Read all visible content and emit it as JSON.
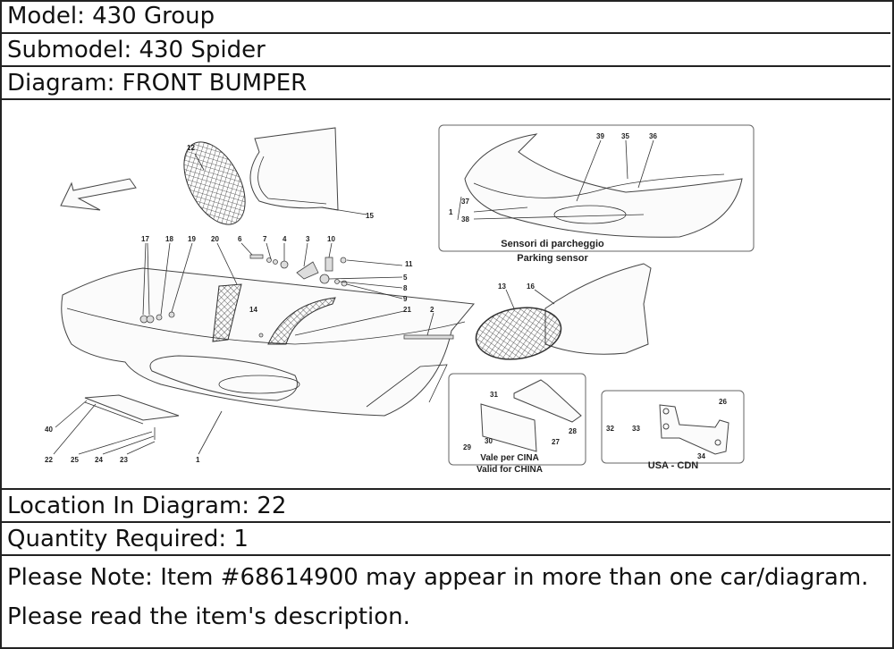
{
  "header": {
    "model": "Model: 430 Group",
    "submodel": "Submodel: 430 Spider",
    "diagram": "Diagram: FRONT BUMPER"
  },
  "diagram": {
    "callouts": [
      "12",
      "15",
      "17",
      "18",
      "19",
      "20",
      "6",
      "7",
      "4",
      "3",
      "10",
      "11",
      "5",
      "8",
      "9",
      "14",
      "21",
      "2",
      "40",
      "22",
      "25",
      "24",
      "23",
      "1",
      "39",
      "35",
      "36",
      "37",
      "1",
      "38",
      "13",
      "16",
      "31",
      "28",
      "27",
      "30",
      "29",
      "32",
      "33",
      "26",
      "34"
    ],
    "parking_caption_it": "Sensori di parcheggio",
    "parking_caption_en": "Parking sensor",
    "china_caption_it": "Vale per CINA",
    "china_caption_en": "Valid for CHINA",
    "usa_caption": "USA - CDN"
  },
  "footer": {
    "location": "Location In Diagram: 22",
    "quantity": "Quantity Required: 1",
    "note": "Please Note: Item #68614900 may appear in more than one car/diagram. Please read the item's description."
  }
}
